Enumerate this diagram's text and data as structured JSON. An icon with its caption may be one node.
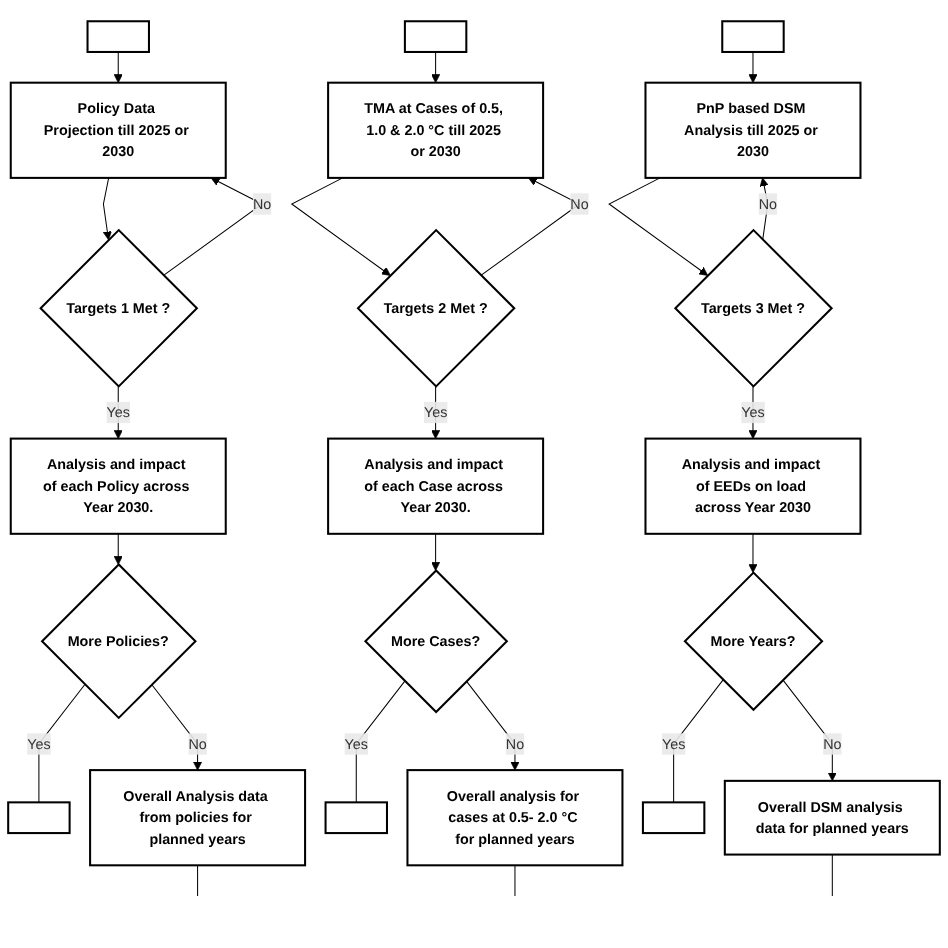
{
  "diagram": {
    "nodes": [
      {
        "text": [],
        "shape": "box"
      },
      {
        "text": [],
        "shape": "box"
      },
      {
        "text": [],
        "shape": "box"
      },
      {
        "text": [],
        "shape": "box"
      },
      {
        "text": [],
        "shape": "box"
      },
      {
        "text": [],
        "shape": "box"
      },
      {
        "text": [
          "Policy Data Projection till 2025 or 2030"
        ]
      },
      {
        "text": [
          "TMA at Cases of 0.5, 1.0 & 2.0 °C till 2025 or 2030"
        ]
      },
      {
        "text": [
          "PnP based DSM Analysis till 2025 or 2030"
        ]
      },
      {
        "text": [
          "Targets 1 Met ?"
        ]
      },
      {
        "text": [
          "Targets 2 Met ?"
        ]
      },
      {
        "text": [
          "Targets 3 Met ?"
        ]
      },
      {
        "text": [
          "Analysis and impact of each Policy across Year 2030."
        ]
      },
      {
        "text": [
          "Analysis and impact of each Case across Year 2030."
        ]
      },
      {
        "text": [
          "Analysis and impact of EEDs on load across Year 2030"
        ]
      },
      {
        "text": [
          "More Policies?"
        ]
      },
      {
        "text": [
          "More Cases?"
        ]
      },
      {
        "text": [
          "More Years?"
        ]
      },
      {
        "text": [
          "Overall Analysis data from policies for planned years"
        ]
      },
      {
        "text": [
          "Overall analysis for cases at 0.5- 2.0 °C for planned years"
        ]
      },
      {
        "text": [
          "Overall DSM analysis data for planned years"
        ]
      }
    ],
    "edges": [
      {
        "from": 1,
        "to": 6,
        "arrow": "to"
      },
      {
        "from": 3,
        "to": 7,
        "arrow": "to"
      },
      {
        "from": 5,
        "to": 8,
        "arrow": "to"
      },
      {
        "from": 6,
        "to": 9,
        "arrow": "to"
      },
      {
        "from": 7,
        "to": 10,
        "arrow": "to"
      },
      {
        "from": 8,
        "to": 11,
        "arrow": "to"
      },
      {
        "from": 9,
        "to": 6,
        "label": "No",
        "arrow": "to"
      },
      {
        "from": 10,
        "to": 7,
        "label": "No",
        "arrow": "to"
      },
      {
        "from": 11,
        "to": 8,
        "label": "No",
        "arrow": "to"
      },
      {
        "from": 9,
        "to": 12,
        "label": "Yes",
        "arrow": "to"
      },
      {
        "from": 10,
        "to": 13,
        "label": "Yes",
        "arrow": "to"
      },
      {
        "from": 11,
        "to": 14,
        "label": "Yes",
        "arrow": "to"
      },
      {
        "from": 12,
        "to": 15,
        "arrow": "to"
      },
      {
        "from": 13,
        "to": 16,
        "arrow": "to"
      },
      {
        "from": 14,
        "to": 17,
        "arrow": "to"
      },
      {
        "from": 15,
        "to": 0,
        "label": "Yes",
        "arrow": "none"
      },
      {
        "from": 16,
        "to": 2,
        "label": "Yes",
        "arrow": "none"
      },
      {
        "from": 17,
        "to": 4,
        "label": "Yes",
        "arrow": "none"
      },
      {
        "from": 15,
        "to": 18,
        "label": "No",
        "arrow": "to"
      },
      {
        "from": 16,
        "to": 19,
        "label": "No",
        "arrow": "to"
      },
      {
        "from": 17,
        "to": 20,
        "label": "No",
        "arrow": "to"
      },
      {
        "from": 18,
        "to": null,
        "arrow": "none"
      },
      {
        "from": 19,
        "to": null,
        "arrow": "none"
      },
      {
        "from": 20,
        "to": null,
        "arrow": "none"
      }
    ]
  }
}
